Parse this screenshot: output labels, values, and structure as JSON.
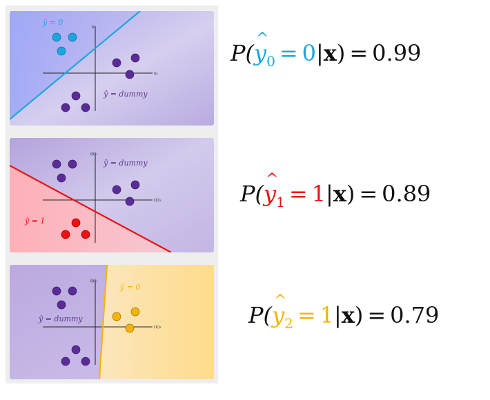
{
  "colors": {
    "cyan": "#1aa7e0",
    "red": "#ee1111",
    "yellow": "#f2b40a",
    "purple": "#5a2d96",
    "dummy_text": "#5b3a93"
  },
  "panels": [
    {
      "id": "panel-0",
      "accent": "#1aa7e0",
      "class_label": "ŷ = 0",
      "dummy_label": "ŷ = dummy",
      "axis_x_label": "x₂",
      "axis_y_label": "x₁",
      "equation": {
        "prefix": "P(",
        "var": "y",
        "sub": "0",
        "eq_sign": "=",
        "value": "0",
        "bar": "|",
        "x": "x",
        "close": ")",
        "eq2": "=",
        "prob": "0.99"
      }
    },
    {
      "id": "panel-1",
      "accent": "#ee1111",
      "class_label": "ŷ = 1",
      "dummy_label": "ŷ = dummy",
      "axis_x_label": "(x)₂",
      "axis_y_label": "(x)₁",
      "equation": {
        "prefix": "P(",
        "var": "y",
        "sub": "1",
        "eq_sign": "=",
        "value": "1",
        "bar": "|",
        "x": "x",
        "close": ")",
        "eq2": "=",
        "prob": "0.89"
      }
    },
    {
      "id": "panel-2",
      "accent": "#f2b40a",
      "class_label": "ŷ = 0",
      "dummy_label": "ŷ = dummy",
      "axis_x_label": "(x)₂",
      "axis_y_label": "(x)₁",
      "equation": {
        "prefix": "P(",
        "var": "y",
        "sub": "2",
        "eq_sign": "=",
        "value": "1",
        "bar": "|",
        "x": "x",
        "close": ")",
        "eq2": "=",
        "prob": "0.79"
      }
    }
  ]
}
